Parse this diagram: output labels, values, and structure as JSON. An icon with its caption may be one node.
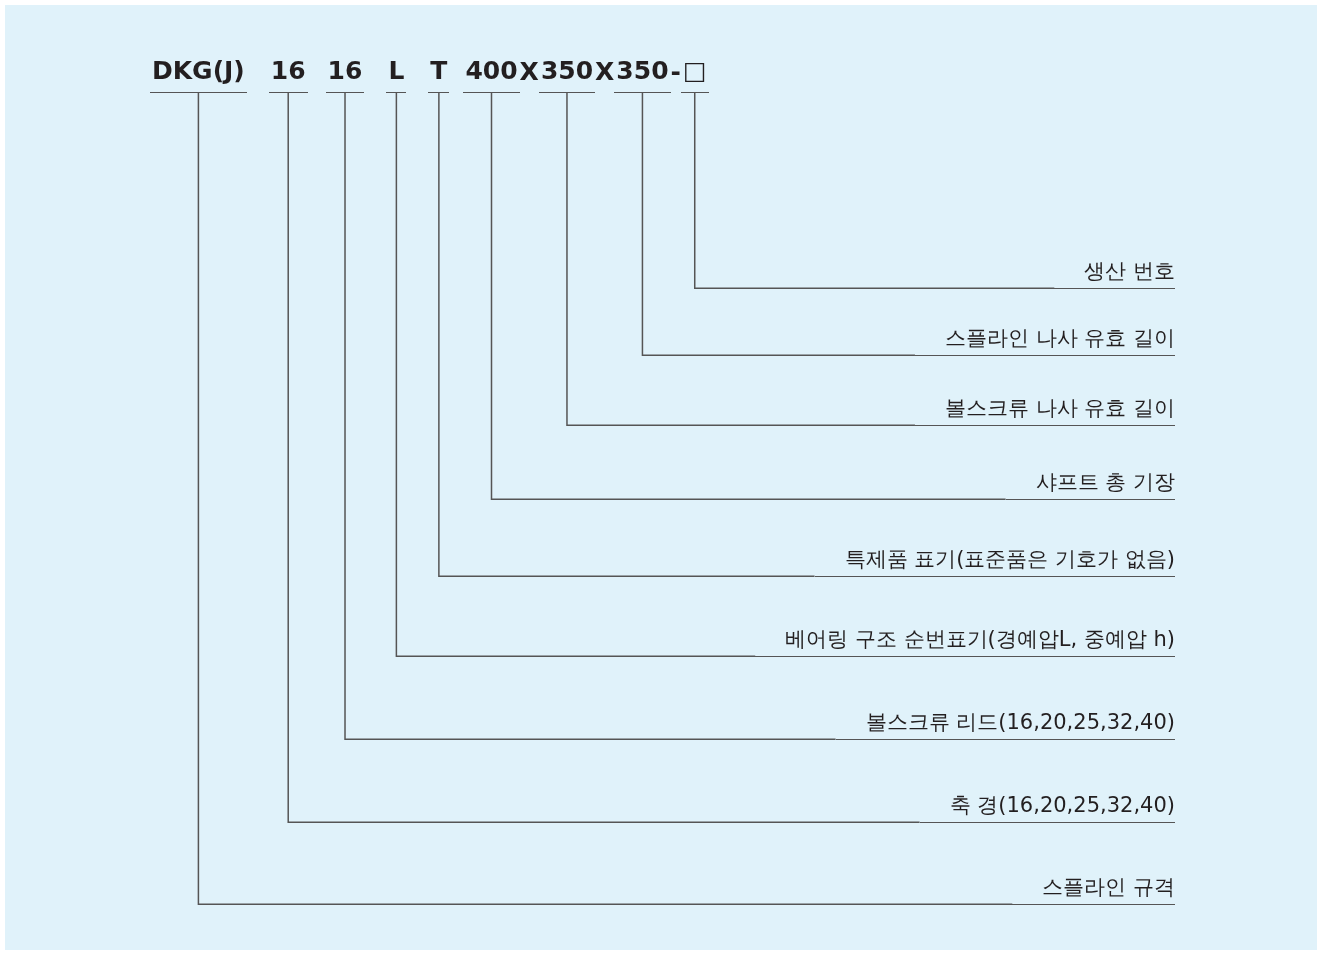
{
  "diagram": {
    "nodes": [
      {
        "text": [
          "DKG(J)"
        ]
      },
      {
        "text": [
          "16"
        ]
      },
      {
        "text": [
          "16"
        ]
      },
      {
        "text": [
          "L"
        ]
      },
      {
        "text": [
          "T"
        ]
      },
      {
        "text": [
          "400"
        ]
      },
      {
        "text": [
          "350"
        ]
      },
      {
        "text": [
          "350"
        ]
      },
      {
        "text": [
          "□"
        ]
      },
      {
        "text": [
          "생산 번호"
        ]
      },
      {
        "text": [
          "스플라인 나사 유효 길이"
        ]
      },
      {
        "text": [
          "볼스크류 나사 유효 길이"
        ]
      },
      {
        "text": [
          "샤프트 총 기장"
        ]
      },
      {
        "text": [
          "특제품 표기(표준품은 기호가 없음)"
        ]
      },
      {
        "text": [
          "베어링 구조 순번표기(경예압L, 중예압 h)"
        ]
      },
      {
        "text": [
          "볼스크류 리드(16,20,25,32,40)"
        ]
      },
      {
        "text": [
          "축 경(16,20,25,32,40)"
        ]
      },
      {
        "text": [
          "스플라인 규격"
        ]
      }
    ],
    "edges": [
      {
        "from": 8,
        "to": 9,
        "arrow": "none"
      },
      {
        "from": 7,
        "to": 10,
        "arrow": "none"
      },
      {
        "from": 6,
        "to": 11,
        "arrow": "none"
      },
      {
        "from": 5,
        "to": 12,
        "arrow": "none"
      },
      {
        "from": 4,
        "to": 13,
        "arrow": "none"
      },
      {
        "from": 3,
        "to": 14,
        "arrow": "none"
      },
      {
        "from": 2,
        "to": 15,
        "arrow": "none"
      },
      {
        "from": 1,
        "to": 16,
        "arrow": "none"
      },
      {
        "from": 0,
        "to": 17,
        "arrow": "none"
      }
    ],
    "labels": [
      "X",
      "X",
      "-"
    ]
  }
}
